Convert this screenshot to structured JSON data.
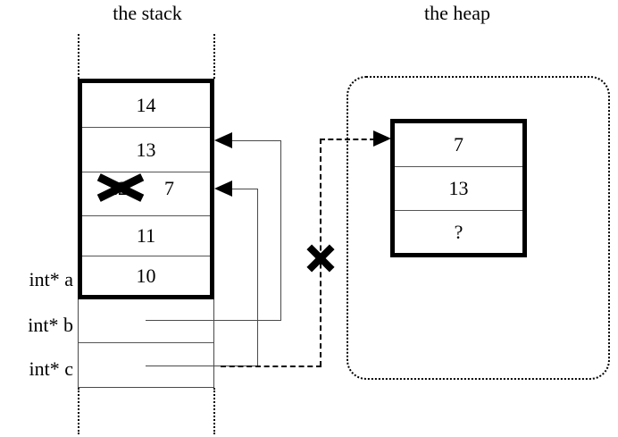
{
  "diagram": {
    "type": "memory-diagram",
    "stack": {
      "title": "the stack",
      "cells": [
        {
          "value": "14",
          "label": "",
          "struck": false
        },
        {
          "value": "13",
          "label": "",
          "struck": false
        },
        {
          "value": "12",
          "label": "",
          "struck": true,
          "new_value": "7"
        },
        {
          "value": "11",
          "label": "",
          "struck": false
        },
        {
          "value": "10",
          "label": "int* a",
          "struck": false
        },
        {
          "value": "",
          "label": "int* b",
          "struck": false
        },
        {
          "value": "",
          "label": "int* c",
          "struck": false
        }
      ],
      "labels": [
        "int* a",
        "int* b",
        "int* c"
      ]
    },
    "heap": {
      "title": "the heap",
      "cells": [
        {
          "value": "7"
        },
        {
          "value": "13"
        },
        {
          "value": "?"
        }
      ]
    },
    "annotations": {
      "invalidated_pointer_mark": "X",
      "struck_value_mark": "X"
    },
    "colors": {
      "ink": "#000000",
      "rule": "#4a4a4a",
      "background": "#ffffff"
    }
  }
}
